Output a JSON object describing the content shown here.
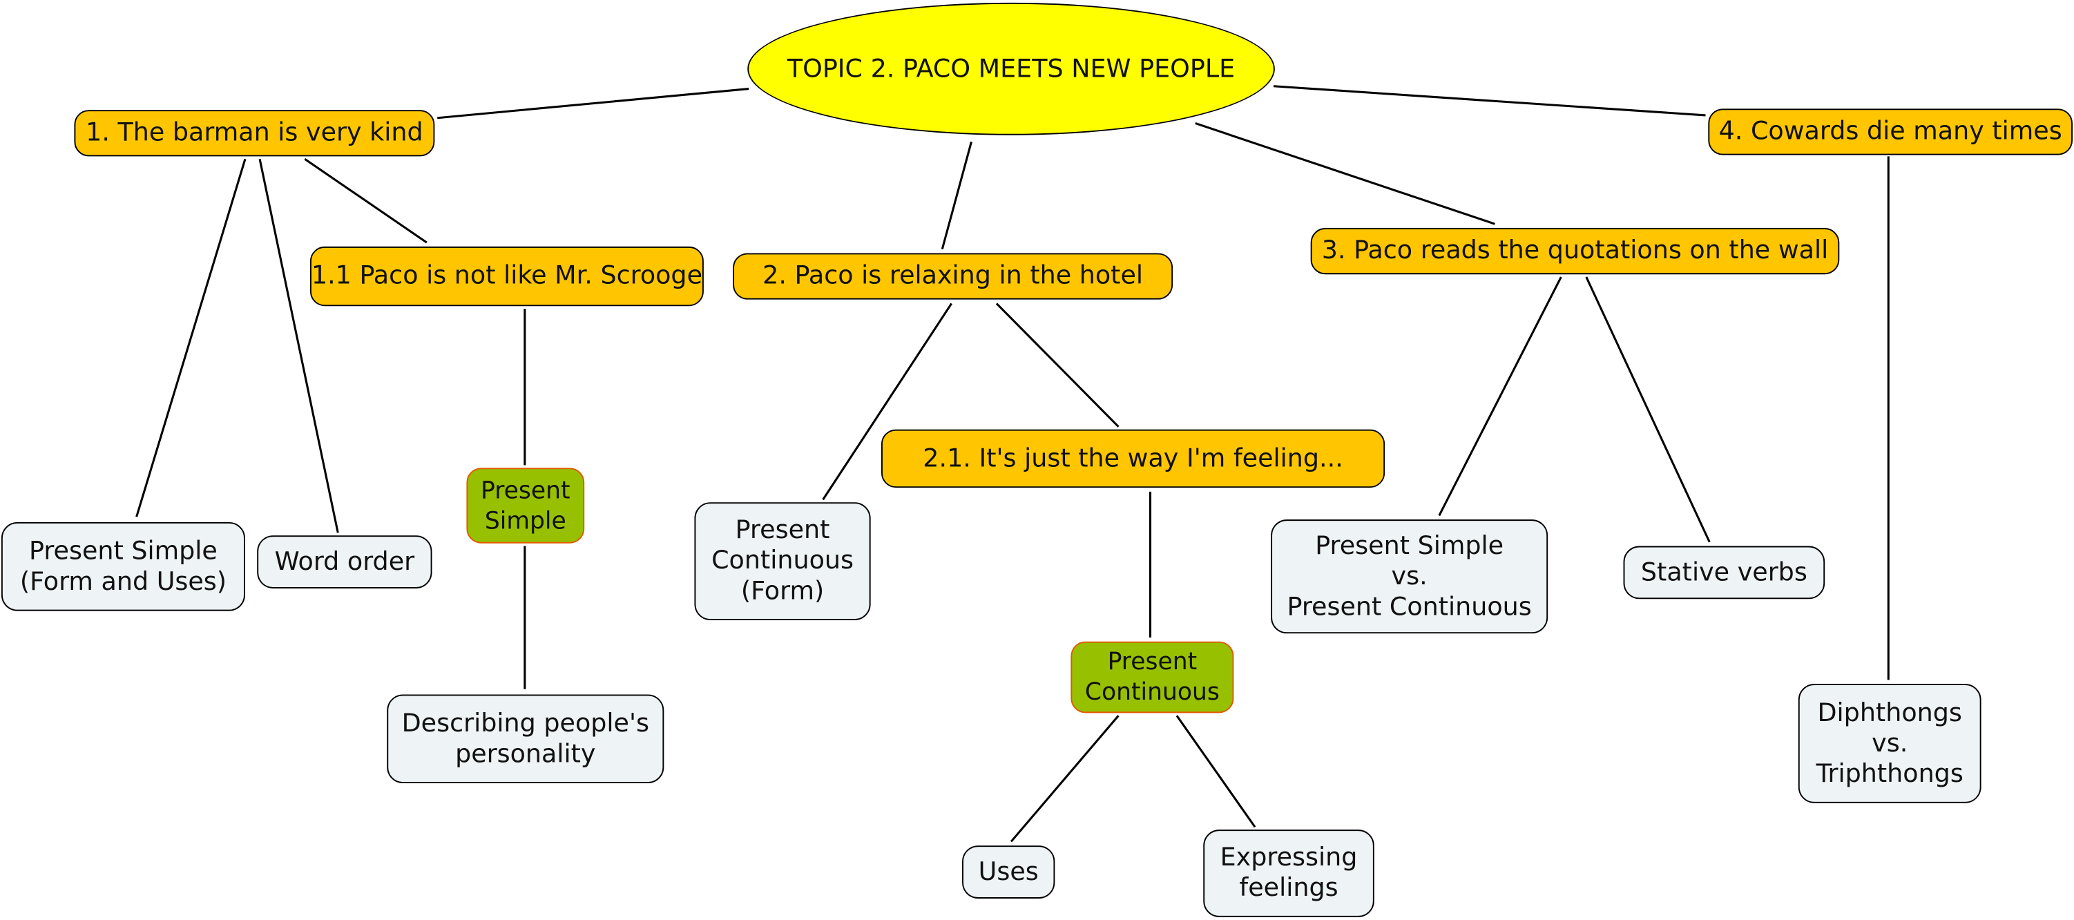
{
  "topic": "TOPIC 2. PACO MEETS NEW PEOPLE",
  "branches": {
    "barman": "1. The barman is very kind",
    "scrooge": "1.1 Paco is not like Mr. Scrooge",
    "relaxing": "2. Paco is relaxing in the hotel",
    "feeling": "2.1. It's just the way I'm feeling...",
    "quotations": "3. Paco reads the quotations on the wall",
    "cowards": "4. Cowards die many times"
  },
  "grammar": {
    "present_simple": [
      "Present",
      "Simple"
    ],
    "present_continuous": [
      "Present",
      "Continuous"
    ]
  },
  "leaves": {
    "ps_form_uses": [
      "Present Simple",
      "(Form and Uses)"
    ],
    "word_order": "Word order",
    "describing": [
      "Describing people's",
      "personality"
    ],
    "pc_form": [
      "Present",
      "Continuous",
      "(Form)"
    ],
    "ps_vs_pc": [
      "Present Simple",
      "vs.",
      "Present Continuous"
    ],
    "stative": "Stative verbs",
    "uses": "Uses",
    "expressing": [
      "Expressing",
      "feelings"
    ],
    "diphthongs": [
      "Diphthongs",
      "vs.",
      "Triphthongs"
    ]
  },
  "colors": {
    "topic": "#ffff00",
    "branch": "#ffc600",
    "grammar": "#97c000",
    "grammar_border": "#e05a00",
    "leaf": "#eef3f5"
  }
}
